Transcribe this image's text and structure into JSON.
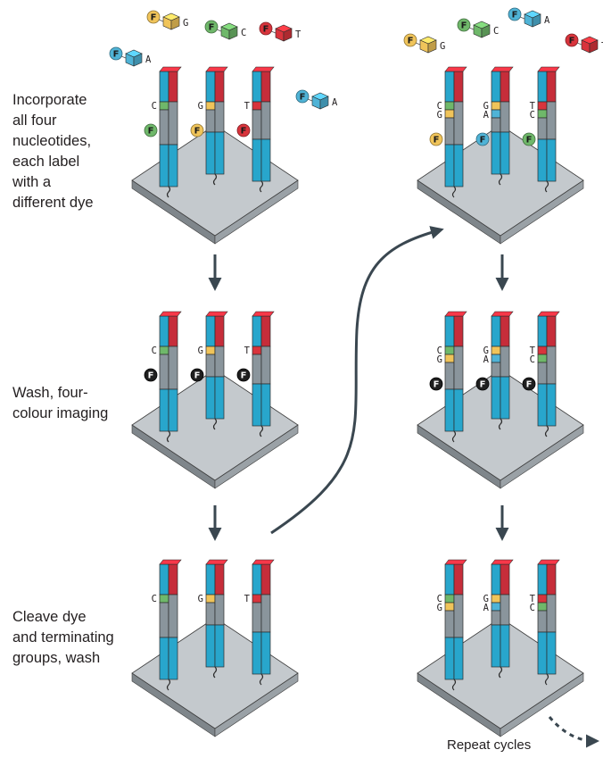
{
  "labels": {
    "step1": "Incorporate\nall four\nnucleotides,\neach label\nwith a\ndifferent dye",
    "step2": "Wash, four-\ncolour imaging",
    "step3": "Cleave dye\nand terminating\ngroups, wash",
    "repeat": "Repeat cycles"
  },
  "dye_letter": "F",
  "colors": {
    "A": "#4fb3d6",
    "C": "#6fb86a",
    "G": "#f0c45a",
    "T": "#d8343c",
    "strand_blue": "#28a6cc",
    "strand_grey": "#8a959c",
    "strand_red": "#c62d3a",
    "platform": "#c4c9cd",
    "arrow": "#3a4750",
    "imaged_dye": "#1f1f1f"
  },
  "cycle1": {
    "incorporated": [
      "C",
      "G",
      "T"
    ],
    "free_nucleotides": [
      "G",
      "C",
      "T",
      "A",
      "A"
    ]
  },
  "cycle2": {
    "incorporated": [
      [
        "C",
        "G"
      ],
      [
        "G",
        "A"
      ],
      [
        "T",
        "C"
      ]
    ],
    "free_nucleotides": [
      "G",
      "C",
      "A",
      "T"
    ]
  }
}
